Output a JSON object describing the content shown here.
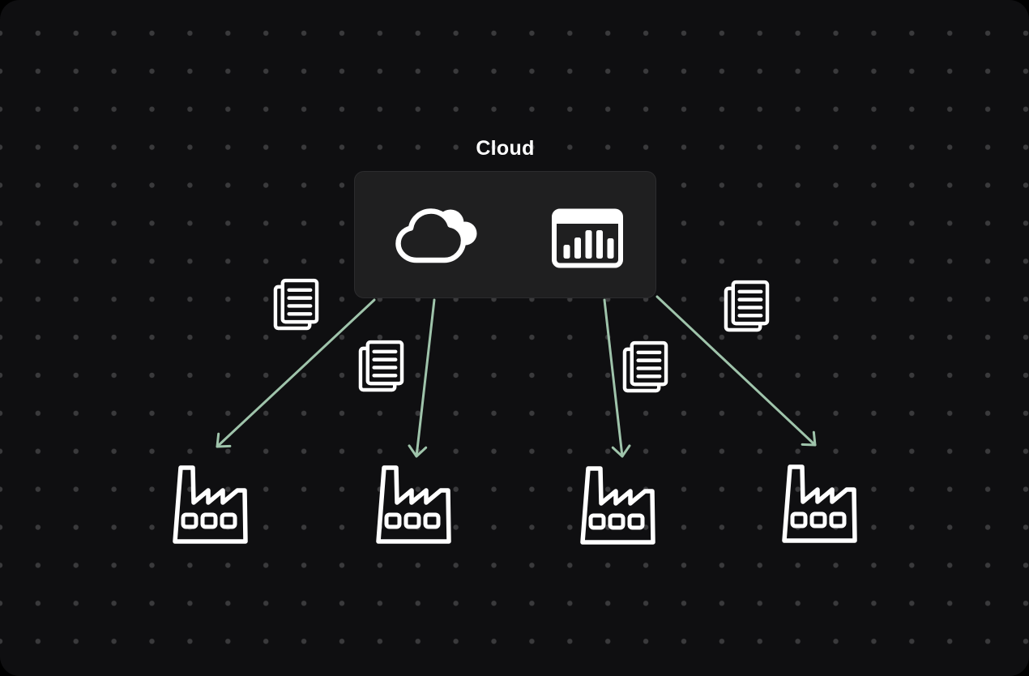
{
  "diagram": {
    "title": "Cloud",
    "colors": {
      "canvas_background": "#0f0f11",
      "dot_grid": "#3a3a3c",
      "node_surface": "#1f1f20",
      "icon_stroke": "#ffffff",
      "arrow": "#9fc4ab",
      "label_text": "#ffffff"
    },
    "cloud_node": {
      "label": "Cloud",
      "icons": [
        {
          "name": "cloud-icon"
        },
        {
          "name": "bar-chart-window-icon"
        }
      ]
    },
    "documents": [
      {
        "id": "document-1",
        "icon": "documents-icon"
      },
      {
        "id": "document-2",
        "icon": "documents-icon"
      },
      {
        "id": "document-3",
        "icon": "documents-icon"
      },
      {
        "id": "document-4",
        "icon": "documents-icon"
      }
    ],
    "factories": [
      {
        "id": "factory-1",
        "icon": "factory-icon"
      },
      {
        "id": "factory-2",
        "icon": "factory-icon"
      },
      {
        "id": "factory-3",
        "icon": "factory-icon"
      },
      {
        "id": "factory-4",
        "icon": "factory-icon"
      }
    ],
    "connections": [
      {
        "from": "cloud-node",
        "to": "factory-1",
        "style": "arrow"
      },
      {
        "from": "cloud-node",
        "to": "factory-2",
        "style": "arrow"
      },
      {
        "from": "cloud-node",
        "to": "factory-3",
        "style": "arrow"
      },
      {
        "from": "cloud-node",
        "to": "factory-4",
        "style": "arrow"
      }
    ]
  }
}
